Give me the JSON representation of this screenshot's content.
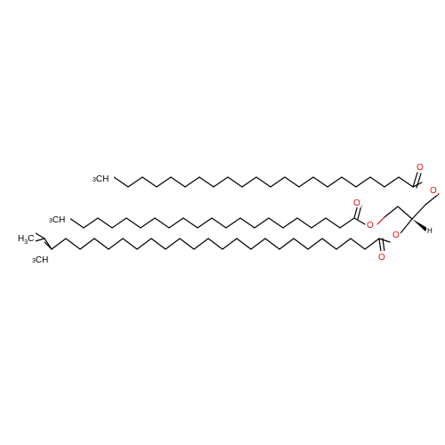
{
  "molecule": {
    "atoms": {
      "oxygen": "O",
      "hydrogen": "H",
      "methyl_top": "CH",
      "methyl_mid": "CH",
      "ethyl_ch3": "H",
      "ethyl_c": "C",
      "branch_ch3": "CH",
      "sub3": "3",
      "sub3b": "3",
      "sub3c": "3",
      "sub3d": "3"
    },
    "colors": {
      "bond": "#000000",
      "oxygen": "#e01010"
    }
  }
}
